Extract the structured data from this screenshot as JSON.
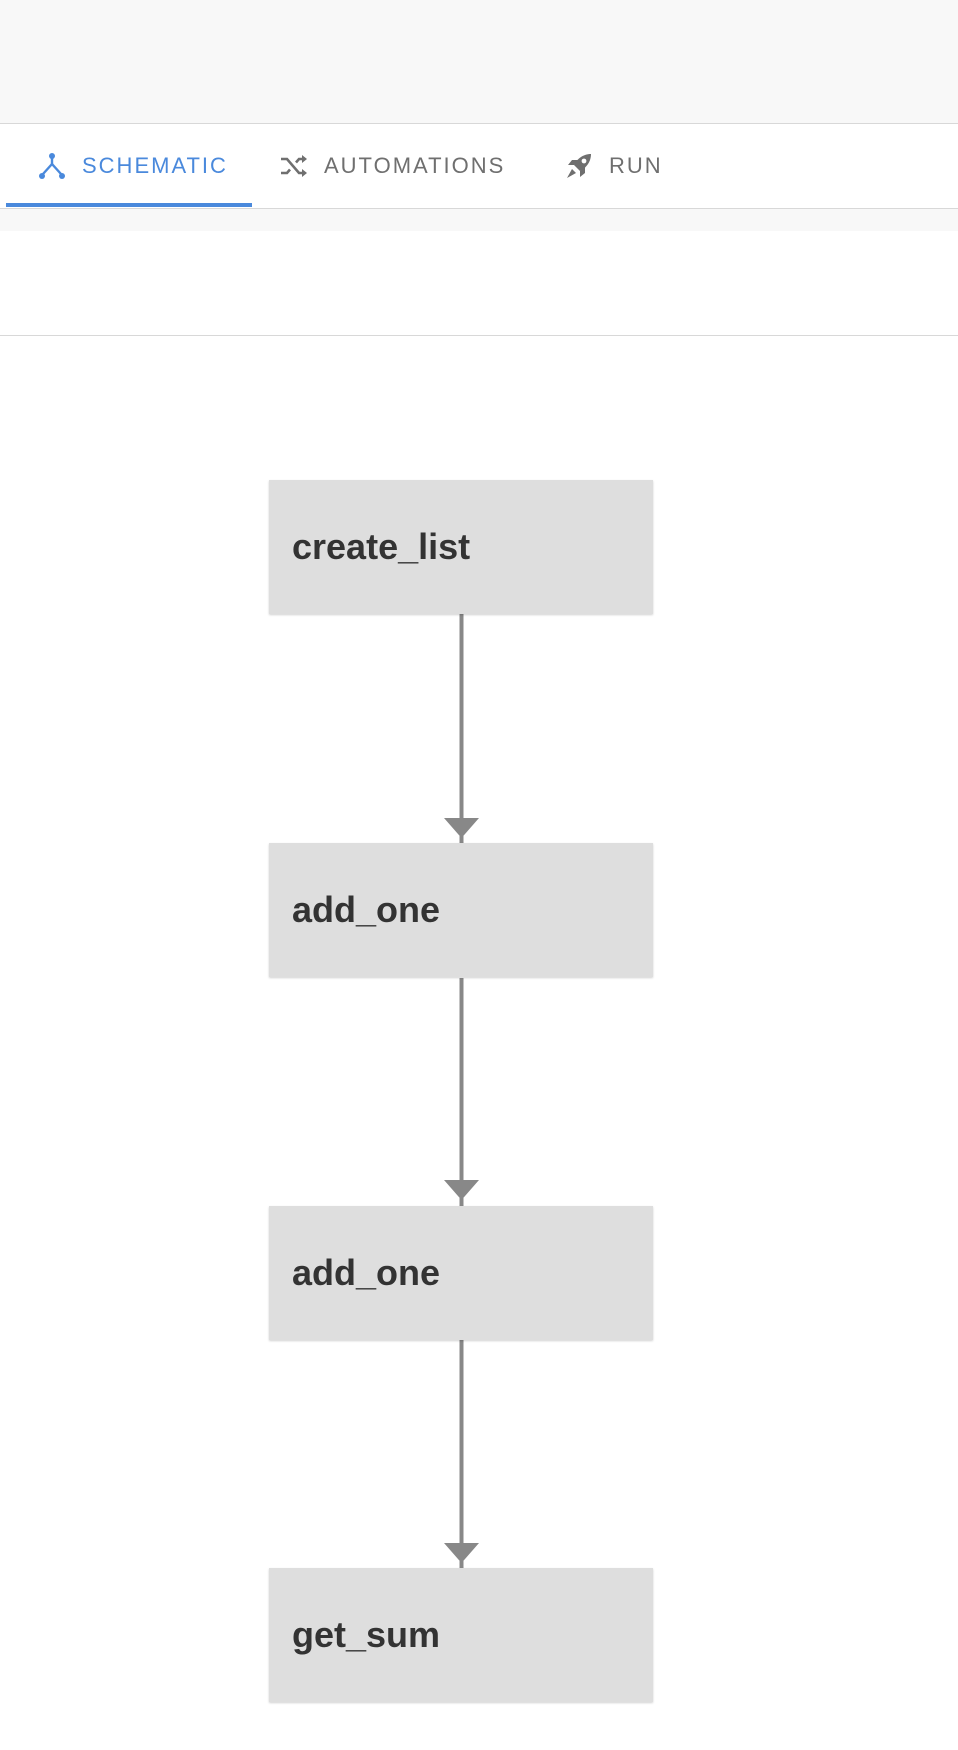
{
  "tabs": [
    {
      "label": "SCHEMATIC",
      "icon": "schematic-icon",
      "active": true
    },
    {
      "label": "AUTOMATIONS",
      "icon": "shuffle-icon",
      "active": false
    },
    {
      "label": "RUN",
      "icon": "rocket-icon",
      "active": false
    }
  ],
  "graph": {
    "nodes": [
      {
        "label": "create_list"
      },
      {
        "label": "add_one"
      },
      {
        "label": "add_one"
      },
      {
        "label": "get_sum"
      }
    ]
  },
  "colors": {
    "accent": "#4a89dc",
    "tab_text": "#6f6f6f",
    "node_fill": "#dedede",
    "node_text": "#333333",
    "edge": "#888888",
    "header_bg": "#f8f8f8"
  }
}
